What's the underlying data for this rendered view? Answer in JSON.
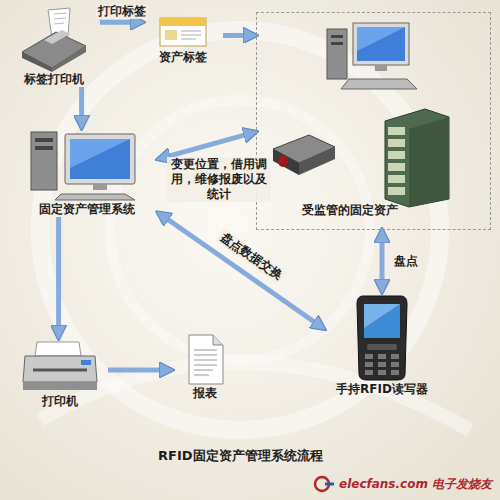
{
  "diagram": {
    "caption": "RFID固定资产管理系统流程",
    "nodes": [
      {
        "text": [
          "标签打印机"
        ]
      },
      {
        "text": [
          "资产标签"
        ]
      },
      {
        "text": [
          "受监管的固定资产"
        ]
      },
      {
        "text": [
          "固定资产管理系统"
        ]
      },
      {
        "text": [
          "打印机"
        ]
      },
      {
        "text": [
          "报表"
        ]
      },
      {
        "text": [
          "手持RFID读写器"
        ]
      }
    ],
    "edges": [
      {
        "from": 0,
        "to": 1,
        "label": "打印标签",
        "arrow": "to"
      },
      {
        "from": 1,
        "to": 2,
        "arrow": "to"
      },
      {
        "from": 0,
        "to": 3,
        "arrow": "to"
      },
      {
        "from": 3,
        "to": 2,
        "label": "变更位置，借用调用，维修报废以及统计",
        "arrow": "both"
      },
      {
        "from": 3,
        "to": 4,
        "arrow": "to"
      },
      {
        "from": 4,
        "to": 5,
        "arrow": "to"
      },
      {
        "from": 3,
        "to": 6,
        "label": "盘点数据交换",
        "arrow": "both"
      },
      {
        "from": 6,
        "to": 2,
        "label": "盘点",
        "arrow": "both"
      }
    ],
    "labels": [
      "elecfans.com 电子发烧友"
    ]
  }
}
